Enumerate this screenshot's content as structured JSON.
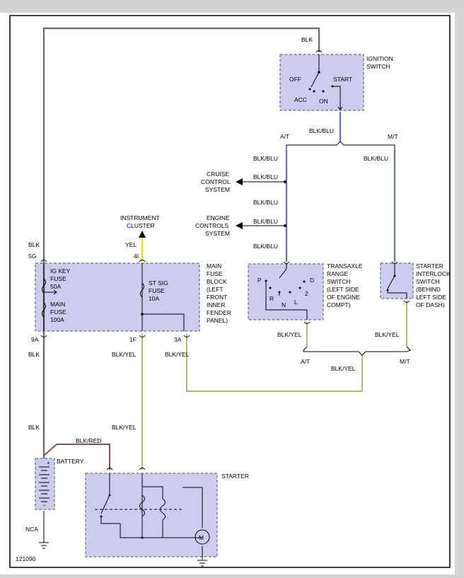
{
  "diagram_id": "121090",
  "components": {
    "ignition_switch": {
      "title_lines": [
        "IGNITION",
        "SWITCH"
      ],
      "positions": {
        "off": "OFF",
        "start": "START",
        "acc": "ACC",
        "on": "ON"
      }
    },
    "main_fuse_block": {
      "title_lines": [
        "MAIN",
        "FUSE",
        "BLOCK",
        "(LEFT",
        "FRONT",
        "INNER",
        "FENDER",
        "PANEL)"
      ],
      "ig_key_fuse": [
        "IG KEY",
        "FUSE",
        "50A"
      ],
      "main_fuse": [
        "MAIN",
        "FUSE",
        "100A"
      ],
      "st_sig_fuse": [
        "ST SIG",
        "FUSE",
        "10A"
      ]
    },
    "transaxle_switch": {
      "title_lines": [
        "TRANSAXLE",
        "RANGE",
        "SWITCH",
        "(LEFT SIDE",
        "OF ENGINE",
        "COMPT)"
      ],
      "positions": {
        "p": "P",
        "r": "R",
        "n": "N",
        "d": "D",
        "two": "2",
        "l": "L"
      }
    },
    "starter_interlock": {
      "title_lines": [
        "STARTER",
        "INTERLOCK",
        "SWITCH",
        "(BEHIND",
        "LEFT SIDE",
        "OF DASH)"
      ]
    },
    "battery": {
      "title": "BATTERY",
      "plus": "+",
      "minus": "−"
    },
    "starter": {
      "title": "STARTER",
      "motor": "M"
    },
    "instrument_cluster": {
      "title_lines": [
        "INSTRUMENT",
        "CLUSTER"
      ]
    },
    "cruise_control": {
      "title_lines": [
        "CRUISE",
        "CONTROL",
        "SYSTEM"
      ]
    },
    "engine_controls": {
      "title_lines": [
        "ENGINE",
        "CONTROLS",
        "SYSTEM"
      ]
    }
  },
  "wires": {
    "blk_top": "BLK",
    "blk_blu_ign": "BLK/BLU",
    "at_top": "A/T",
    "mt_top": "M/T",
    "blk_blu_mt": "BLK/BLU",
    "blk_blu_1": "BLK/BLU",
    "blk_blu_2": "BLK/BLU",
    "blk_blu_3": "BLK/BLU",
    "blk_blu_4": "BLK/BLU",
    "blk_blu_5": "BLK/BLU",
    "yel": "YEL",
    "blk_left": "BLK",
    "blk_yel_tr": "BLK/YEL",
    "blk_yel_si": "BLK/YEL",
    "at_bottom": "A/T",
    "mt_bottom": "M/T",
    "blk_yel_bottom": "BLK/YEL",
    "blk_9a": "BLK",
    "blk_yel_1f": "BLK/YEL",
    "blk_yel_3a": "BLK/YEL",
    "blk_lower": "BLK",
    "blk_yel_lower": "BLK/YEL",
    "blk_red": "BLK/RED",
    "nca": "NCA"
  },
  "connectors": {
    "c5g": "5G",
    "c4i": "4I",
    "c9a": "9A",
    "c1f": "1F",
    "c3a": "3A"
  }
}
